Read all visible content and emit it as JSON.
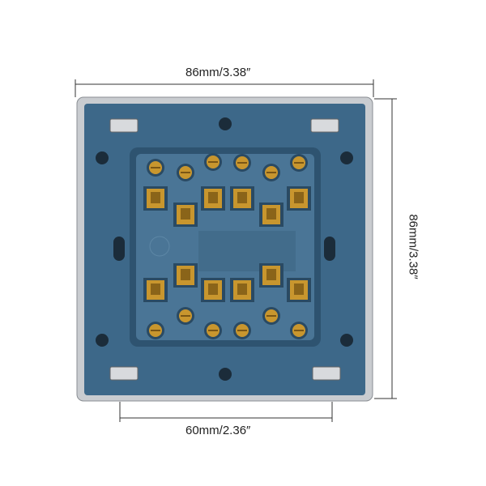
{
  "product": {
    "dimensions": {
      "width_label": "86mm/3.38″",
      "height_label": "86mm/3.38″",
      "inner_width_label": "60mm/2.36″"
    },
    "colors": {
      "plate": "#3d6889",
      "frame": "#c9ccd0",
      "brass": "#c8962e",
      "dimension_line": "#333333"
    }
  }
}
